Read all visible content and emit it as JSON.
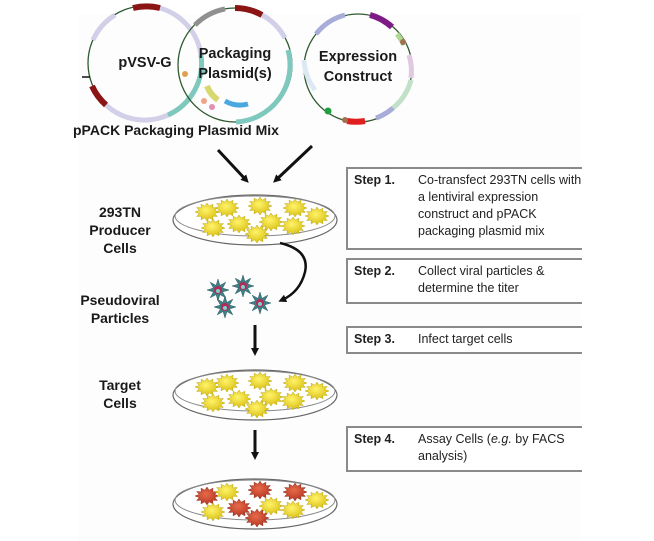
{
  "plasmids": [
    {
      "label_lines": [
        "pVSV-G"
      ]
    },
    {
      "label_lines": [
        "Packaging",
        "Plasmid(s)"
      ]
    },
    {
      "label_lines": [
        "Expression",
        "Construct"
      ]
    }
  ],
  "plasmid_mix_label": "pPACK Packaging Plasmid Mix",
  "stages": [
    {
      "label_lines": [
        "293TN",
        "Producer",
        "Cells"
      ]
    },
    {
      "label_lines": [
        "Pseudoviral",
        "Particles"
      ]
    },
    {
      "label_lines": [
        "Target",
        "Cells"
      ]
    }
  ],
  "steps": [
    {
      "number": "Step 1.",
      "text": "Co-transfect 293TN cells with a lentiviral expression construct and pPACK packaging plasmid mix"
    },
    {
      "number": "Step 2.",
      "text": "Collect viral particles & determine the titer"
    },
    {
      "number": "Step 3.",
      "text": "Infect target cells"
    },
    {
      "number": "Step 4.",
      "text_prefix": "Assay Cells (",
      "text_italic": "e.g.",
      "text_suffix": " by FACS analysis)"
    }
  ],
  "colors": {
    "cell_yellow": "#e8d21c",
    "cell_red": "#c8432e",
    "virus_teal": "#3f7f86",
    "virus_core": "#b02a5a",
    "arrow": "#111111",
    "box_border": "#8a8a8a"
  }
}
